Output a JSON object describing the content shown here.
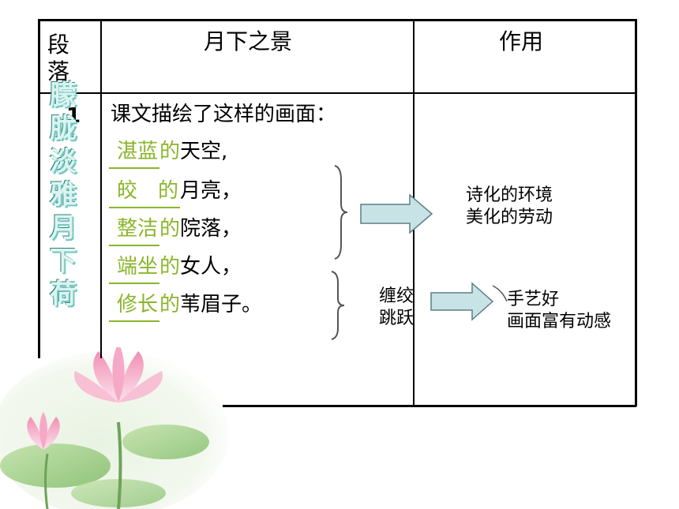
{
  "table": {
    "col1_header": [
      "段",
      "落"
    ],
    "col2_header": "月下之景",
    "col3_header": "作用",
    "row1_number": "1"
  },
  "vertical_title": [
    "朦",
    "胧",
    "淡",
    "雅",
    "月",
    "下",
    "荷"
  ],
  "scene": {
    "intro": "课文描绘了这样的画面：",
    "phrases": [
      {
        "fill": "湛蓝",
        "de": "的",
        "rest": "天空,"
      },
      {
        "fill": "皎　的",
        "de": "",
        "rest": "月亮，"
      },
      {
        "fill": "整洁",
        "de": "的",
        "rest": "院落，"
      },
      {
        "fill": "端坐",
        "de": "的",
        "rest": "女人，"
      },
      {
        "fill": "修长",
        "de": "的",
        "rest": "苇眉子。"
      }
    ],
    "action_words": [
      "缠绞",
      "跳跃"
    ]
  },
  "effects": {
    "effect1": [
      "诗化的环境",
      "美化的劳动"
    ],
    "effect2": [
      "手艺好",
      "画面富有动感"
    ]
  },
  "colors": {
    "green": "#8bb52b",
    "arrow_fill": "#c8e3e6",
    "arrow_stroke": "#5a7f86",
    "brace": "#555555"
  }
}
